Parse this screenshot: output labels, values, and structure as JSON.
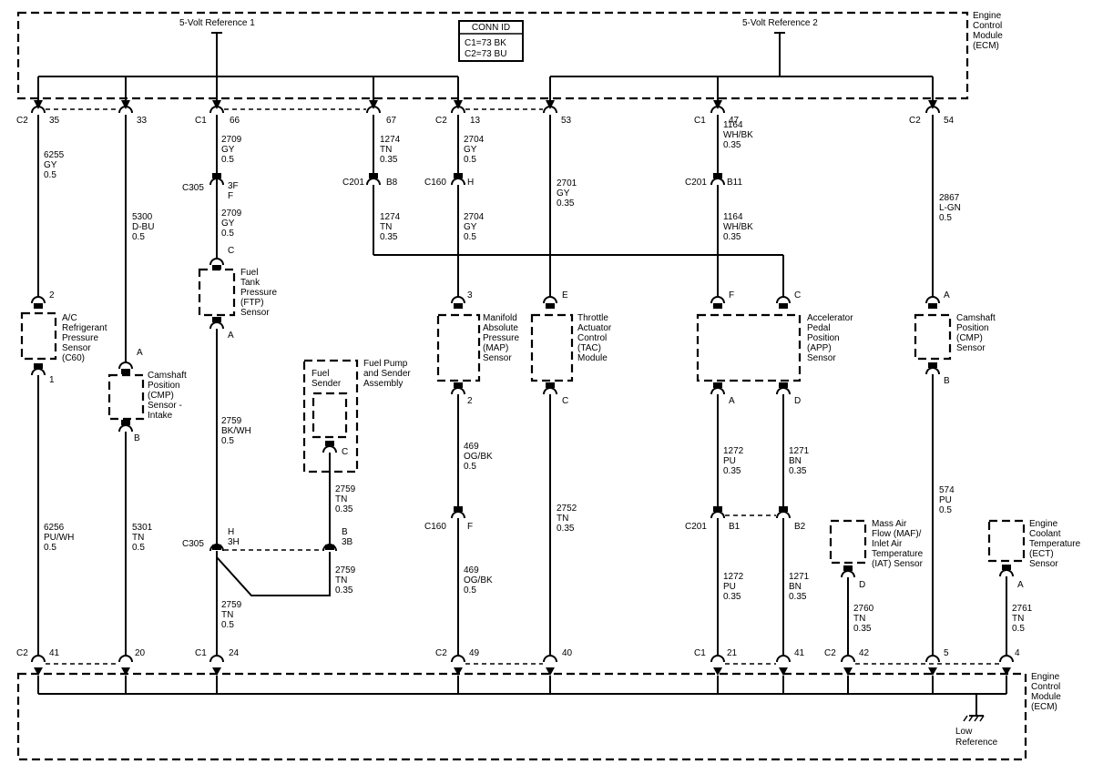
{
  "conn_id": {
    "title": "CONN ID",
    "c1": "C1=73 BK",
    "c2": "C2=73 BU"
  },
  "refs": {
    "ref1": "5-Volt Reference 1",
    "ref2": "5-Volt Reference 2"
  },
  "ecm": {
    "top": [
      "Engine",
      "Control",
      "Module",
      "(ECM)"
    ],
    "bottom": [
      "Engine",
      "Control",
      "Module",
      "(ECM)"
    ]
  },
  "low_reference": [
    "Low",
    "Reference"
  ],
  "top_pins": [
    {
      "conn": "C2",
      "pin": "35"
    },
    {
      "conn": "",
      "pin": "33"
    },
    {
      "conn": "C1",
      "pin": "66"
    },
    {
      "conn": "",
      "pin": "67"
    },
    {
      "conn": "C2",
      "pin": "13"
    },
    {
      "conn": "",
      "pin": "53"
    },
    {
      "conn": "C1",
      "pin": "47"
    },
    {
      "conn": "C2",
      "pin": "54"
    }
  ],
  "bottom_pins": [
    {
      "conn": "C2",
      "pin": "41"
    },
    {
      "conn": "",
      "pin": "20"
    },
    {
      "conn": "C1",
      "pin": "24"
    },
    {
      "conn": "C2",
      "pin": "49"
    },
    {
      "conn": "",
      "pin": "40"
    },
    {
      "conn": "C1",
      "pin": "21"
    },
    {
      "conn": "",
      "pin": "41"
    },
    {
      "conn": "C2",
      "pin": "42"
    },
    {
      "conn": "",
      "pin": "5"
    },
    {
      "conn": "",
      "pin": "4"
    }
  ],
  "wires": {
    "w6255": [
      "6255",
      "GY",
      "0.5"
    ],
    "w5300": [
      "5300",
      "D-BU",
      "0.5"
    ],
    "w2709a": [
      "2709",
      "GY",
      "0.5"
    ],
    "w2709b": [
      "2709",
      "GY",
      "0.5"
    ],
    "w1274a": [
      "1274",
      "TN",
      "0.35"
    ],
    "w1274b": [
      "1274",
      "TN",
      "0.35"
    ],
    "w2704a": [
      "2704",
      "GY",
      "0.5"
    ],
    "w2704b": [
      "2704",
      "GY",
      "0.5"
    ],
    "w2701": [
      "2701",
      "GY",
      "0.35"
    ],
    "w1164a": [
      "1164",
      "WH/BK",
      "0.35"
    ],
    "w1164b": [
      "1164",
      "WH/BK",
      "0.35"
    ],
    "w2867": [
      "2867",
      "L-GN",
      "0.5"
    ],
    "w6256": [
      "6256",
      "PU/WH",
      "0.5"
    ],
    "w5301": [
      "5301",
      "TN",
      "0.5"
    ],
    "w2759a": [
      "2759",
      "BK/WH",
      "0.5"
    ],
    "w2759b": [
      "2759",
      "TN",
      "0.5"
    ],
    "w2759c": [
      "2759",
      "TN",
      "0.35"
    ],
    "w2759d": [
      "2759",
      "TN",
      "0.35"
    ],
    "w469a": [
      "469",
      "OG/BK",
      "0.5"
    ],
    "w469b": [
      "469",
      "OG/BK",
      "0.5"
    ],
    "w2752": [
      "2752",
      "TN",
      "0.35"
    ],
    "w1272a": [
      "1272",
      "PU",
      "0.35"
    ],
    "w1272b": [
      "1272",
      "PU",
      "0.35"
    ],
    "w1271a": [
      "1271",
      "BN",
      "0.35"
    ],
    "w1271b": [
      "1271",
      "BN",
      "0.35"
    ],
    "w574": [
      "574",
      "PU",
      "0.5"
    ],
    "w2760": [
      "2760",
      "TN",
      "0.35"
    ],
    "w2761": [
      "2761",
      "TN",
      "0.5"
    ]
  },
  "inline_conns": {
    "c305_top": {
      "name": "C305",
      "pins": [
        "3F",
        "F"
      ]
    },
    "c201_b8": {
      "name": "C201",
      "pin": "B8"
    },
    "c160_h": {
      "name": "C160",
      "pin": "H"
    },
    "c201_b11": {
      "name": "C201",
      "pin": "B11"
    },
    "c305_bot": {
      "name": "C305",
      "pins": [
        "H",
        "3H"
      ],
      "pins2": [
        "B",
        "3B"
      ]
    },
    "c160_f": {
      "name": "C160",
      "pin": "F"
    },
    "c201_b": {
      "name": "C201",
      "pin1": "B1",
      "pin2": "B2"
    }
  },
  "components": {
    "acrp": {
      "label": [
        "A/C",
        "Refrigerant",
        "Pressure",
        "Sensor",
        "(C60)"
      ],
      "pin_top": "2",
      "pin_bot": "1"
    },
    "cmp_intake": {
      "label": [
        "Camshaft",
        "Position",
        "(CMP)",
        "Sensor -",
        "Intake"
      ],
      "pin_top": "A",
      "pin_bot": "B"
    },
    "ftp": {
      "label": [
        "Fuel",
        "Tank",
        "Pressure",
        "(FTP)",
        "Sensor"
      ],
      "pin_top": "C",
      "pin_bot": "A"
    },
    "fuel_pump": {
      "label": [
        "Fuel Pump",
        "and Sender",
        "Assembly"
      ],
      "sender": [
        "Fuel",
        "Sender"
      ],
      "pin": "C"
    },
    "map": {
      "label": [
        "Manifold",
        "Absolute",
        "Pressure",
        "(MAP)",
        "Sensor"
      ],
      "pin_top": "3",
      "pin_bot": "2"
    },
    "tac": {
      "label": [
        "Throttle",
        "Actuator",
        "Control",
        "(TAC)",
        "Module"
      ],
      "pin_top": "E",
      "pin_bot": "C"
    },
    "app": {
      "label": [
        "Accelerator",
        "Pedal",
        "Position",
        "(APP)",
        "Sensor"
      ],
      "pin_f": "F",
      "pin_c": "C",
      "pin_a": "A",
      "pin_d": "D"
    },
    "cmp": {
      "label": [
        "Camshaft",
        "Position",
        "(CMP)",
        "Sensor"
      ],
      "pin_top": "A",
      "pin_bot": "B"
    },
    "maf": {
      "label": [
        "Mass Air",
        "Flow (MAF)/",
        "Inlet Air",
        "Temperature",
        "(IAT) Sensor"
      ],
      "pin": "D"
    },
    "ect": {
      "label": [
        "Engine",
        "Coolant",
        "Temperature",
        "(ECT)",
        "Sensor"
      ],
      "pin": "A"
    }
  }
}
